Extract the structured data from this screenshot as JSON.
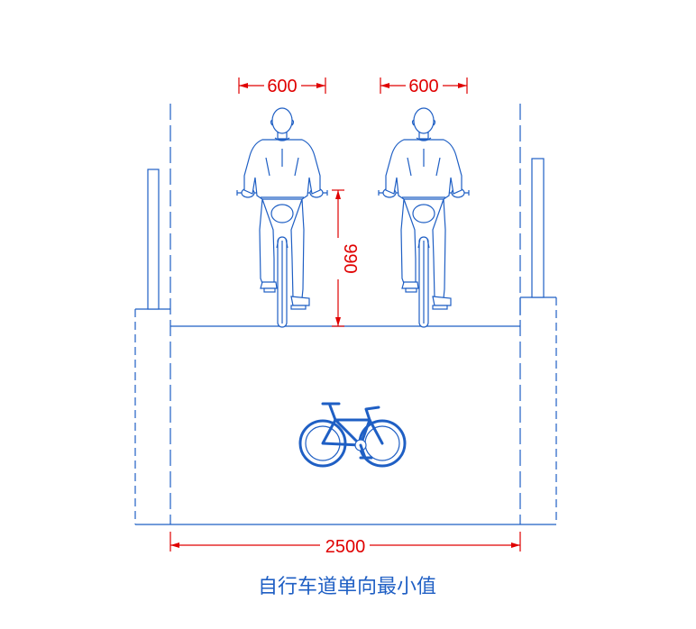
{
  "dimensions": {
    "rider_width_left": "600",
    "rider_width_right": "600",
    "handlebar_height": "990",
    "lane_width": "2500"
  },
  "caption": "自行车道单向最小值",
  "colors": {
    "line": "#1f5fc4",
    "dimension": "#e00000",
    "background": "#ffffff"
  },
  "icons": [
    "cyclist-figure",
    "bicycle-symbol"
  ]
}
